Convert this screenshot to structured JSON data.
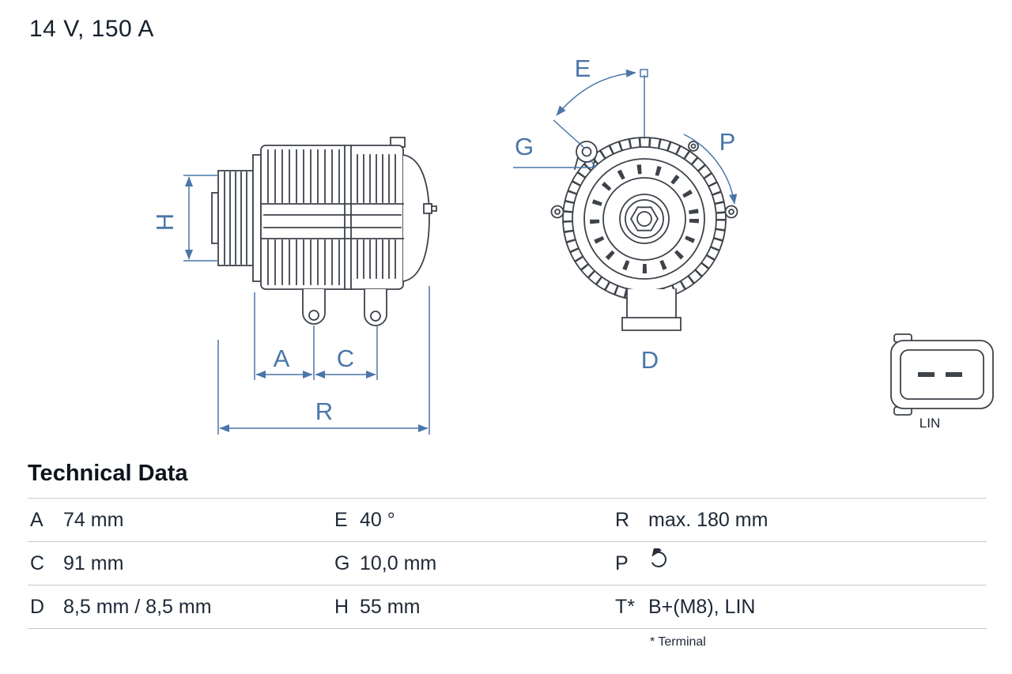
{
  "header": {
    "rating": "14 V, 150 A"
  },
  "diagram": {
    "labels": {
      "H": "H",
      "A": "A",
      "C": "C",
      "R": "R",
      "E": "E",
      "G": "G",
      "P": "P",
      "D": "D"
    },
    "connector_label": "LIN"
  },
  "table": {
    "title": "Technical Data",
    "rows": [
      [
        {
          "key": "A",
          "value": "74 mm"
        },
        {
          "key": "E",
          "value": "40 °"
        },
        {
          "key": "R",
          "value": "max. 180 mm"
        }
      ],
      [
        {
          "key": "C",
          "value": "91 mm"
        },
        {
          "key": "G",
          "value": "10,0 mm"
        },
        {
          "key": "P",
          "value": "",
          "icon": "rotation-direction-icon"
        }
      ],
      [
        {
          "key": "D",
          "value": "8,5 mm / 8,5 mm"
        },
        {
          "key": "H",
          "value": "55 mm"
        },
        {
          "key": "T*",
          "value": "B+(M8), LIN"
        }
      ]
    ],
    "footnote": "* Terminal"
  },
  "colors": {
    "dimension_blue": "#4a76a9",
    "line_dark": "#3e434a",
    "text_dark": "#1e2836"
  }
}
